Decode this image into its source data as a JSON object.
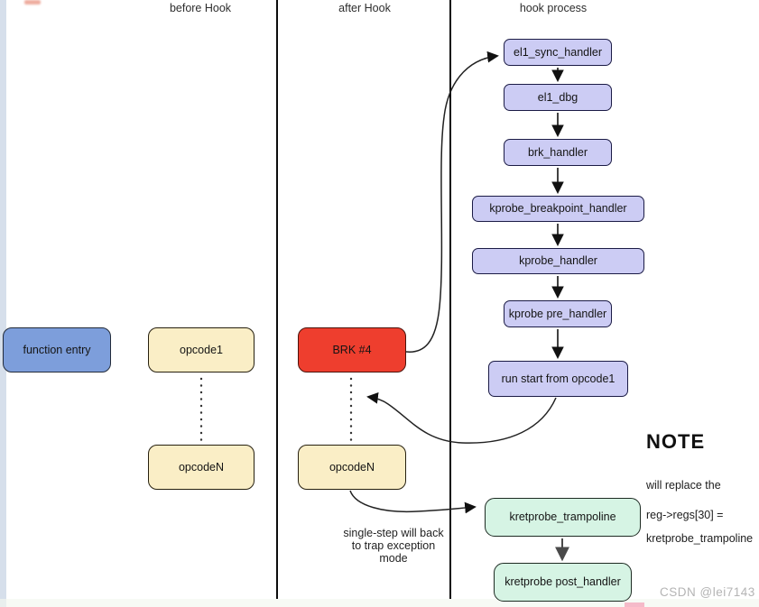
{
  "columns": {
    "before_label": "before Hook",
    "after_label": "after Hook",
    "process_label": "hook process"
  },
  "before_column": {
    "function_entry": "function entry",
    "opcode1": "opcode1",
    "opcodeN": "opcodeN"
  },
  "after_column": {
    "brk": "BRK #4",
    "opcodeN": "opcodeN",
    "single_step_note": "single-step will back\nto trap exception\nmode"
  },
  "hook_process": {
    "chain": [
      "el1_sync_handler",
      "el1_dbg",
      "brk_handler",
      "kprobe_breakpoint_handler",
      "kprobe_handler",
      "kprobe pre_handler",
      "run start from opcode1"
    ],
    "kretprobe_trampoline": "kretprobe_trampoline",
    "kretprobe_post_handler": "kretprobe post_handler"
  },
  "note": {
    "title": "NOTE",
    "lines": [
      "will replace the",
      "reg->regs[30] =",
      "kretprobe_trampoline"
    ]
  },
  "watermark": "CSDN @lei7143",
  "colors": {
    "handler_fill": "#ccccf4",
    "handler_border": "#1b1b45",
    "entry_blue": "#7d9edb",
    "opcode_cream": "#faeec6",
    "brk_red": "#ee3e2e",
    "kretprobe_green": "#d6f4e4",
    "divider": "#0c0c0c",
    "watermark_gray": "#b4b4b4"
  }
}
